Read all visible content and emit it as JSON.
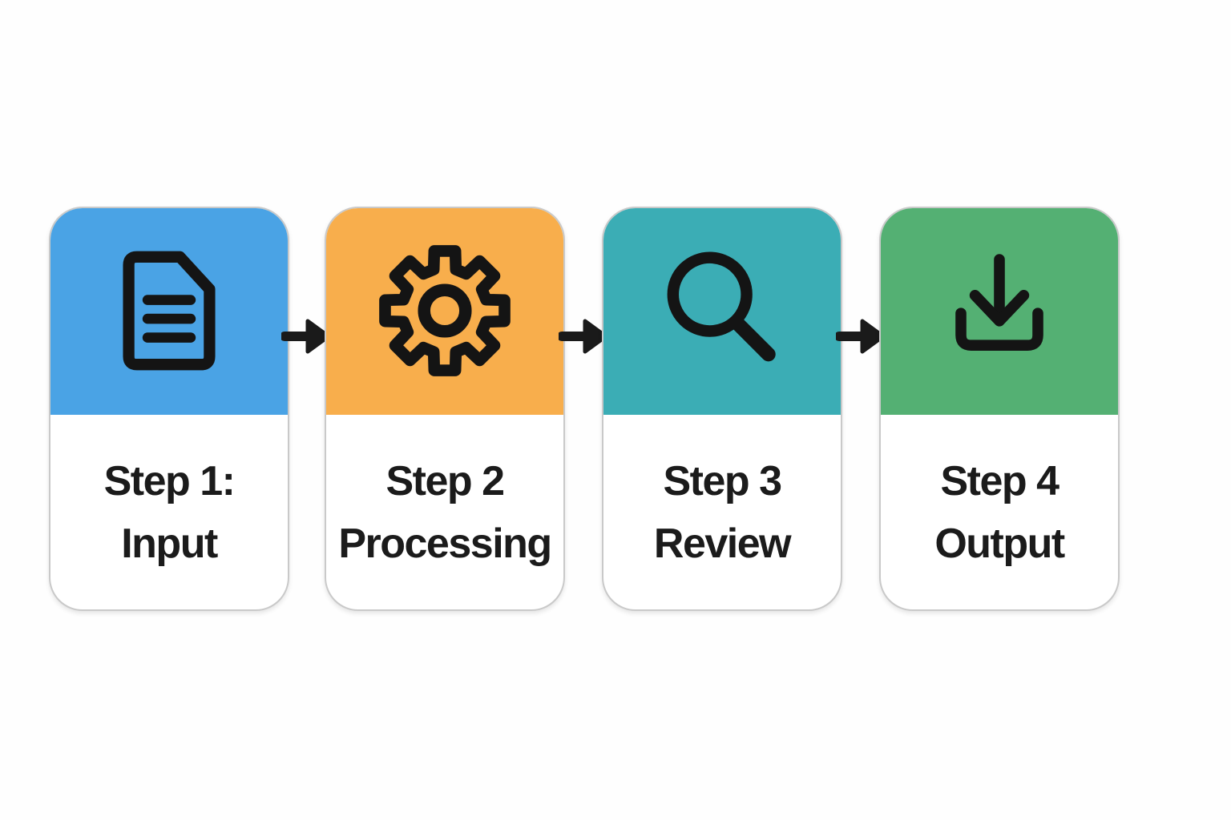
{
  "diagram": {
    "icon_color": "#141414",
    "arrow_color": "#1a1a1a",
    "steps": [
      {
        "label_line1": "Step 1:",
        "label_line2": "Input",
        "icon": "document-icon",
        "header_color": "#4aa3e5"
      },
      {
        "label_line1": "Step 2",
        "label_line2": "Processing",
        "icon": "gear-icon",
        "header_color": "#f8ae4c"
      },
      {
        "label_line1": "Step 3",
        "label_line2": "Review",
        "icon": "search-icon",
        "header_color": "#3badb5"
      },
      {
        "label_line1": "Step 4",
        "label_line2": "Output",
        "icon": "download-icon",
        "header_color": "#54b073"
      }
    ]
  }
}
